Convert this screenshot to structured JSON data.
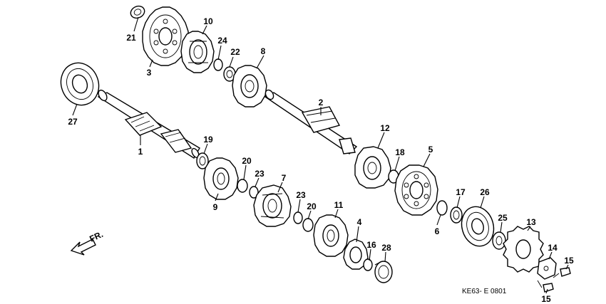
{
  "diagram": {
    "callouts": [
      {
        "id": "c21",
        "text": "21"
      },
      {
        "id": "c10",
        "text": "10"
      },
      {
        "id": "c24",
        "text": "24"
      },
      {
        "id": "c22",
        "text": "22"
      },
      {
        "id": "c3",
        "text": "3"
      },
      {
        "id": "c8",
        "text": "8"
      },
      {
        "id": "c27",
        "text": "27"
      },
      {
        "id": "c2",
        "text": "2"
      },
      {
        "id": "c12",
        "text": "12"
      },
      {
        "id": "c19",
        "text": "19"
      },
      {
        "id": "c1",
        "text": "1"
      },
      {
        "id": "c18",
        "text": "18"
      },
      {
        "id": "c5",
        "text": "5"
      },
      {
        "id": "c20a",
        "text": "20"
      },
      {
        "id": "c23a",
        "text": "23"
      },
      {
        "id": "c7",
        "text": "7"
      },
      {
        "id": "c9",
        "text": "9"
      },
      {
        "id": "c23b",
        "text": "23"
      },
      {
        "id": "c20b",
        "text": "20"
      },
      {
        "id": "c11",
        "text": "11"
      },
      {
        "id": "c17",
        "text": "17"
      },
      {
        "id": "c26",
        "text": "26"
      },
      {
        "id": "c6",
        "text": "6"
      },
      {
        "id": "c25",
        "text": "25"
      },
      {
        "id": "c13",
        "text": "13"
      },
      {
        "id": "c4",
        "text": "4"
      },
      {
        "id": "c16",
        "text": "16"
      },
      {
        "id": "c28",
        "text": "28"
      },
      {
        "id": "c14",
        "text": "14"
      },
      {
        "id": "c15a",
        "text": "15"
      },
      {
        "id": "c15b",
        "text": "15"
      }
    ],
    "direction_label": "FR.",
    "drawing_code": "KE63- E 0801"
  }
}
